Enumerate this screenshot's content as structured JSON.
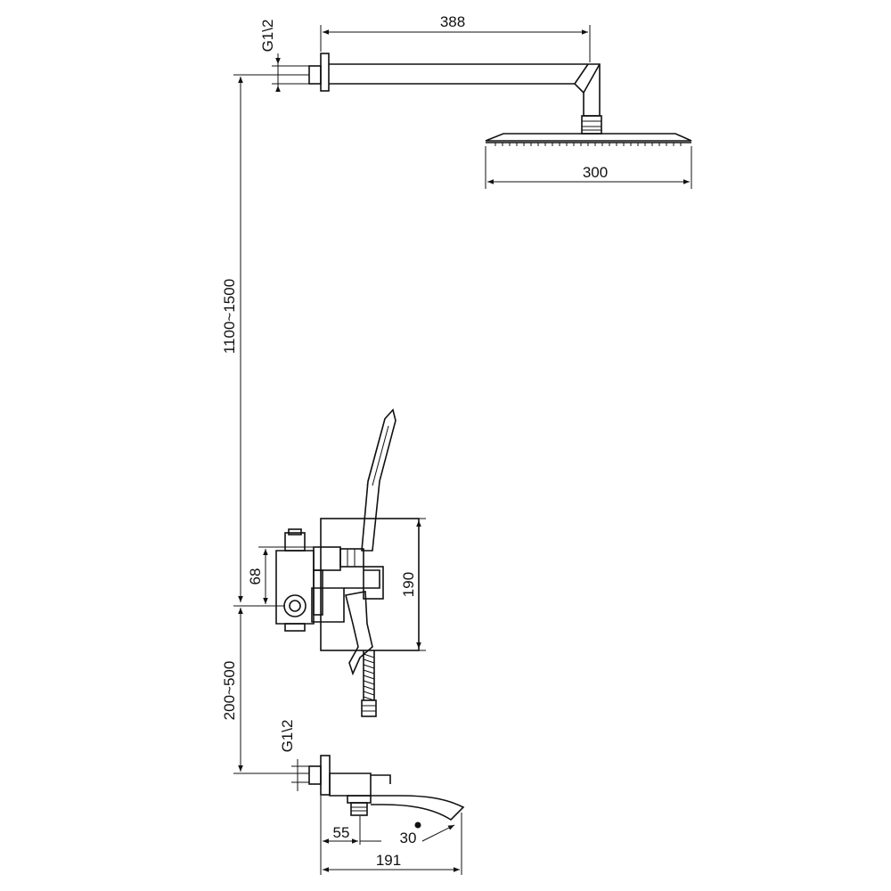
{
  "dimensions": {
    "arm_length": "388",
    "head_width": "300",
    "top_thread": "G1\\2",
    "height_range": "1100~1500",
    "valve_offset": "68",
    "valve_height": "190",
    "spout_height_range": "200~500",
    "spout_thread": "G1\\2",
    "spout_base": "55",
    "spout_angle": "30",
    "spout_length": "191"
  }
}
